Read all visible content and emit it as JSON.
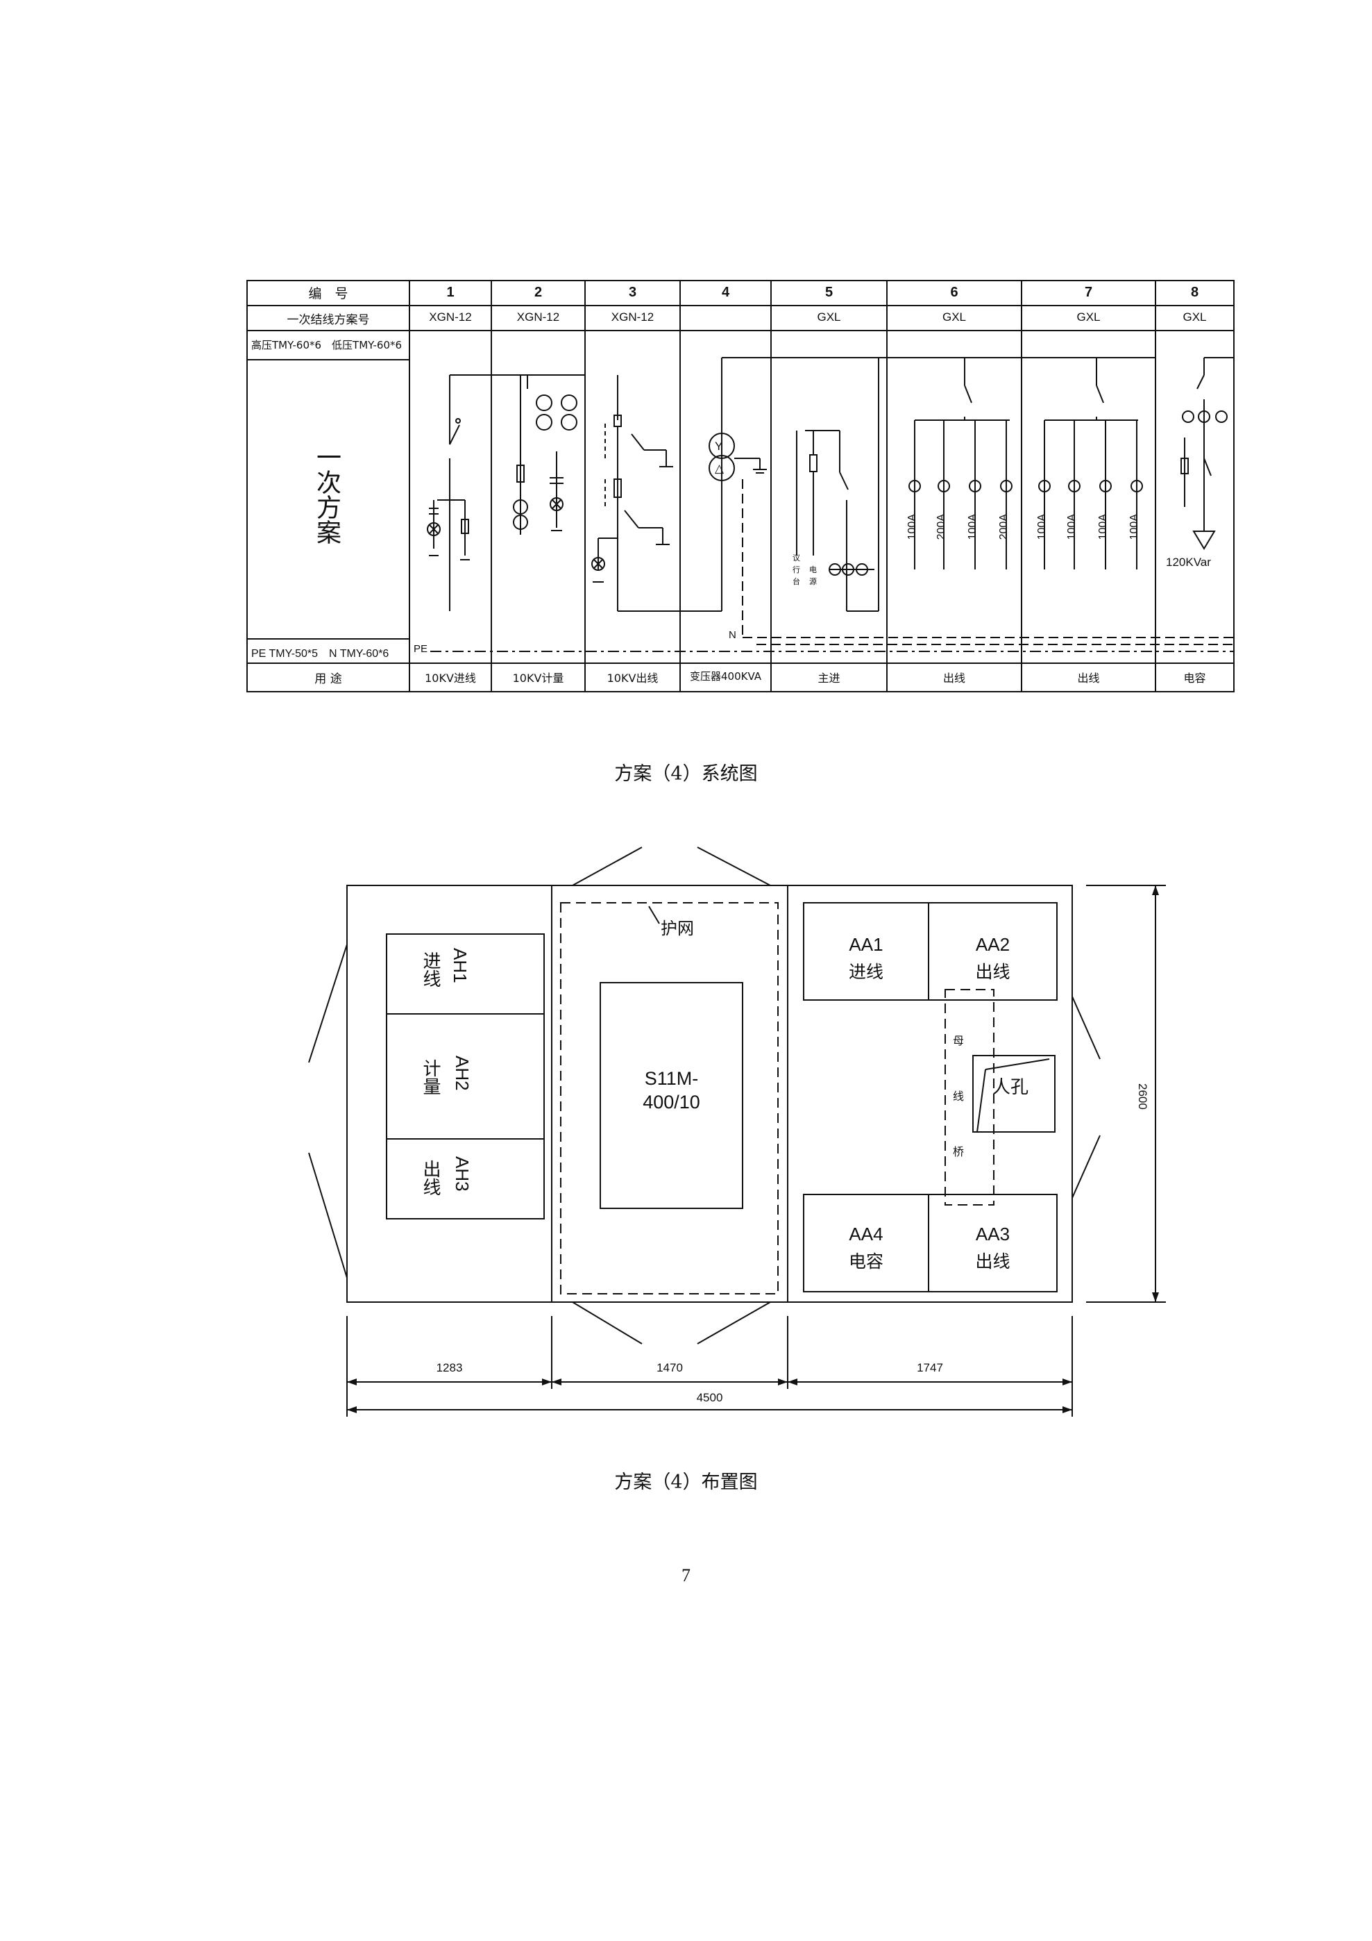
{
  "system_table": {
    "header_label": "编　号",
    "scheme_row_label": "一次结线方案号",
    "busbar_label": "高压TMY-60*6　低压TMY-60*6",
    "primary_scheme_label": "一次方案",
    "pe_n_label": "PE TMY-50*5　N TMY-60*6",
    "usage_row_label": "用 途",
    "n_mark": "N",
    "pe_mark": "PE",
    "columns": [
      {
        "no": "1",
        "scheme": "XGN-12",
        "usage": "10KV进线"
      },
      {
        "no": "2",
        "scheme": "XGN-12",
        "usage": "10KV计量"
      },
      {
        "no": "3",
        "scheme": "XGN-12",
        "usage": "10KV出线"
      },
      {
        "no": "4",
        "scheme": "",
        "usage": "变压器400KVA"
      },
      {
        "no": "5",
        "scheme": "GXL",
        "usage": "主进"
      },
      {
        "no": "6",
        "scheme": "GXL",
        "usage": "出线"
      },
      {
        "no": "7",
        "scheme": "GXL",
        "usage": "出线"
      },
      {
        "no": "8",
        "scheme": "GXL",
        "usage": "电容"
      }
    ],
    "col5_vertical_labels": [
      "议",
      "行",
      "台",
      "电",
      "源"
    ],
    "col6_ratings": [
      "100A",
      "200A",
      "100A",
      "200A"
    ],
    "col7_ratings": [
      "100A",
      "100A",
      "100A",
      "100A"
    ],
    "col8_capacity": "120KVar"
  },
  "caption_system": "方案（4）系统图",
  "layout": {
    "cabinets_hv": [
      {
        "code": "AH1",
        "use": "进线"
      },
      {
        "code": "AH2",
        "use": "计量"
      },
      {
        "code": "AH3",
        "use": "出线"
      }
    ],
    "guard_net": "护网",
    "transformer": [
      "S11M-",
      "400/10"
    ],
    "cabinets_lv": [
      {
        "code": "AA1",
        "use": "进线"
      },
      {
        "code": "AA2",
        "use": "出线"
      },
      {
        "code": "AA4",
        "use": "电容"
      },
      {
        "code": "AA3",
        "use": "出线"
      }
    ],
    "bus_bridge": [
      "母",
      "线",
      "桥"
    ],
    "manhole": "人孔",
    "dims": {
      "w1": "1283",
      "w2": "1470",
      "w3": "1747",
      "total": "4500",
      "height": "2600"
    }
  },
  "caption_layout": "方案（4）布置图",
  "page_number": "7"
}
